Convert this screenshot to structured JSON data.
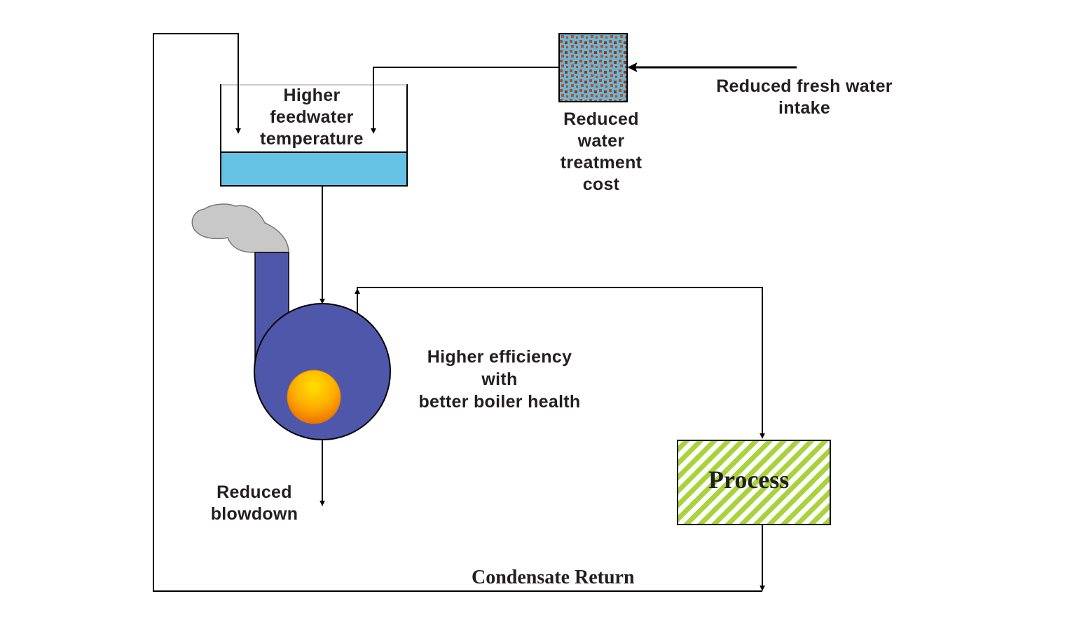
{
  "labels": {
    "feedwater": "Higher\nfeedwater\ntemperature",
    "treatment": "Reduced\nwater\ntreatment\ncost",
    "fresh_water": "Reduced fresh water\nintake",
    "efficiency": "Higher efficiency\nwith\nbetter boiler health",
    "blowdown": "Reduced\nblowdown",
    "process": "Process",
    "condensate": "Condensate Return"
  },
  "colors": {
    "line": "#000000",
    "tank_water": "#66c2e4",
    "boiler": "#4f57ab",
    "smoke": "#c8c8c8",
    "flame_top": "#ffd700",
    "flame_bottom": "#f07d00",
    "process_stripe": "#a9d33a",
    "filter_base": "#6fb3d2",
    "filter_dots": "#a0522d"
  }
}
